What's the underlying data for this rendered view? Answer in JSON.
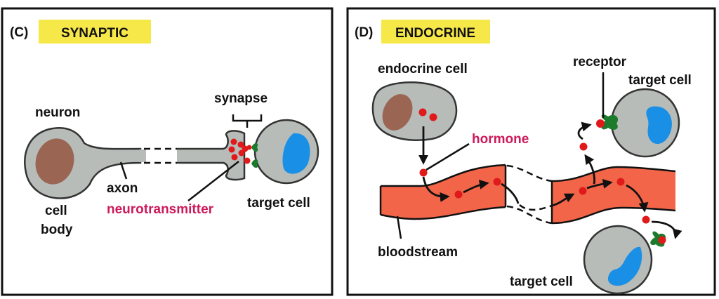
{
  "colors": {
    "tag_background": "#f7e84a",
    "cell_gray": "#b7bcb8",
    "nucleus_brown": "#9a6553",
    "nucleus_blue": "#1a8fe6",
    "molecule_red": "#e01a1a",
    "receptor_green": "#1c7a2c",
    "bloodstream": "#f26548",
    "highlight_label": "#cc1a5a"
  },
  "panels": {
    "synaptic": {
      "letter": "(C)",
      "title": "SYNAPTIC",
      "labels": {
        "neuron": "neuron",
        "synapse": "synapse",
        "axon": "axon",
        "cell_body_line1": "cell",
        "cell_body_line2": "body",
        "neurotransmitter": "neurotransmitter",
        "target_cell": "target cell"
      }
    },
    "endocrine": {
      "letter": "(D)",
      "title": "ENDOCRINE",
      "labels": {
        "endocrine_cell": "endocrine cell",
        "receptor": "receptor",
        "target_cell_top": "target cell",
        "hormone": "hormone",
        "bloodstream": "bloodstream",
        "target_cell_bottom": "target cell"
      }
    }
  }
}
